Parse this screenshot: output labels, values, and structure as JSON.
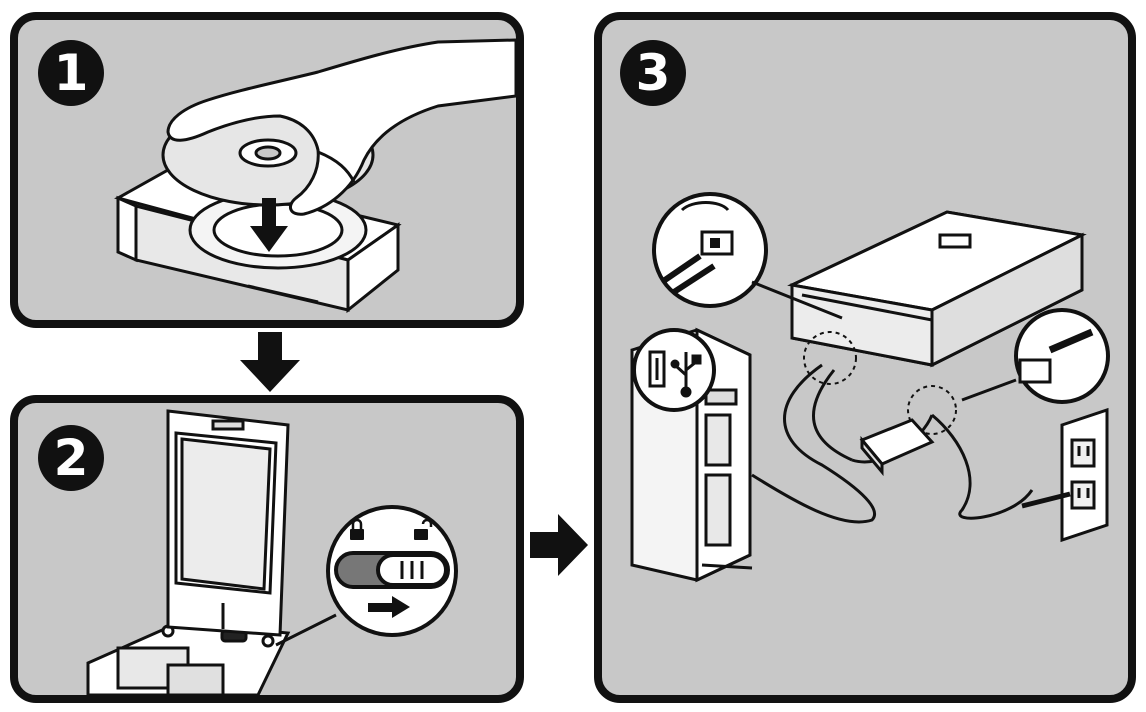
{
  "steps": [
    {
      "number": "1"
    },
    {
      "number": "2"
    },
    {
      "number": "3"
    }
  ],
  "colors": {
    "panel_fill": "#c8c8c8",
    "outline": "#111111",
    "device_fill": "#ffffff",
    "panel_dark": "#9a9a9a"
  },
  "icons": [
    "cd-disc-icon",
    "hand-icon",
    "lock-icon",
    "unlock-icon",
    "usb-icon",
    "power-outlet-icon",
    "arrow-down-icon",
    "arrow-right-icon"
  ]
}
